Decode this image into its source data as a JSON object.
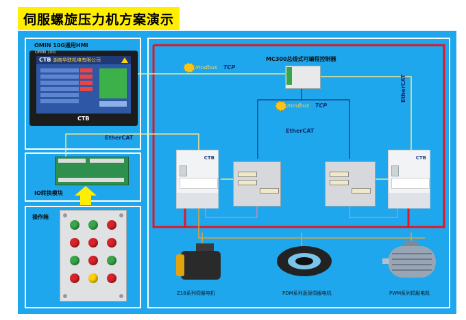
{
  "title": "伺服螺旋压力机方案演示",
  "hmi": {
    "label": "OMIN 10G通用HMI",
    "model_text": "OMIN 10G",
    "brand": "CTB",
    "screen_brand": "CTB",
    "screen_company": "湖南华联机电有限公司"
  },
  "plc": {
    "label": "MC300总线式可编程控制器"
  },
  "bus": {
    "modbus_1": "TCP",
    "modbus_1_prefix": "modbus",
    "modbus_2": "TCP",
    "modbus_2_prefix": "modbus",
    "ethercat_1": "EtherCAT",
    "ethercat_2": "EtherCAT"
  },
  "io_module": {
    "label": "IO转换模块"
  },
  "control_box": {
    "label": "操作箱"
  },
  "drives": [
    {
      "brand": "CTB"
    },
    {
      "brand": "CTB"
    }
  ],
  "motors": [
    {
      "label": "Z18系列伺服电机"
    },
    {
      "label": "PDM系列直驱伺服电机"
    },
    {
      "label": "PWM系列伺服电机"
    }
  ],
  "colors": {
    "background": "#1fa7ee",
    "title_bg": "#ffee00",
    "power_line": "#e8141e",
    "signal_line": "#f6e78a",
    "lamp_green": "#3aa64a",
    "lamp_red": "#d9232a",
    "lamp_yellow": "#ffd200"
  }
}
